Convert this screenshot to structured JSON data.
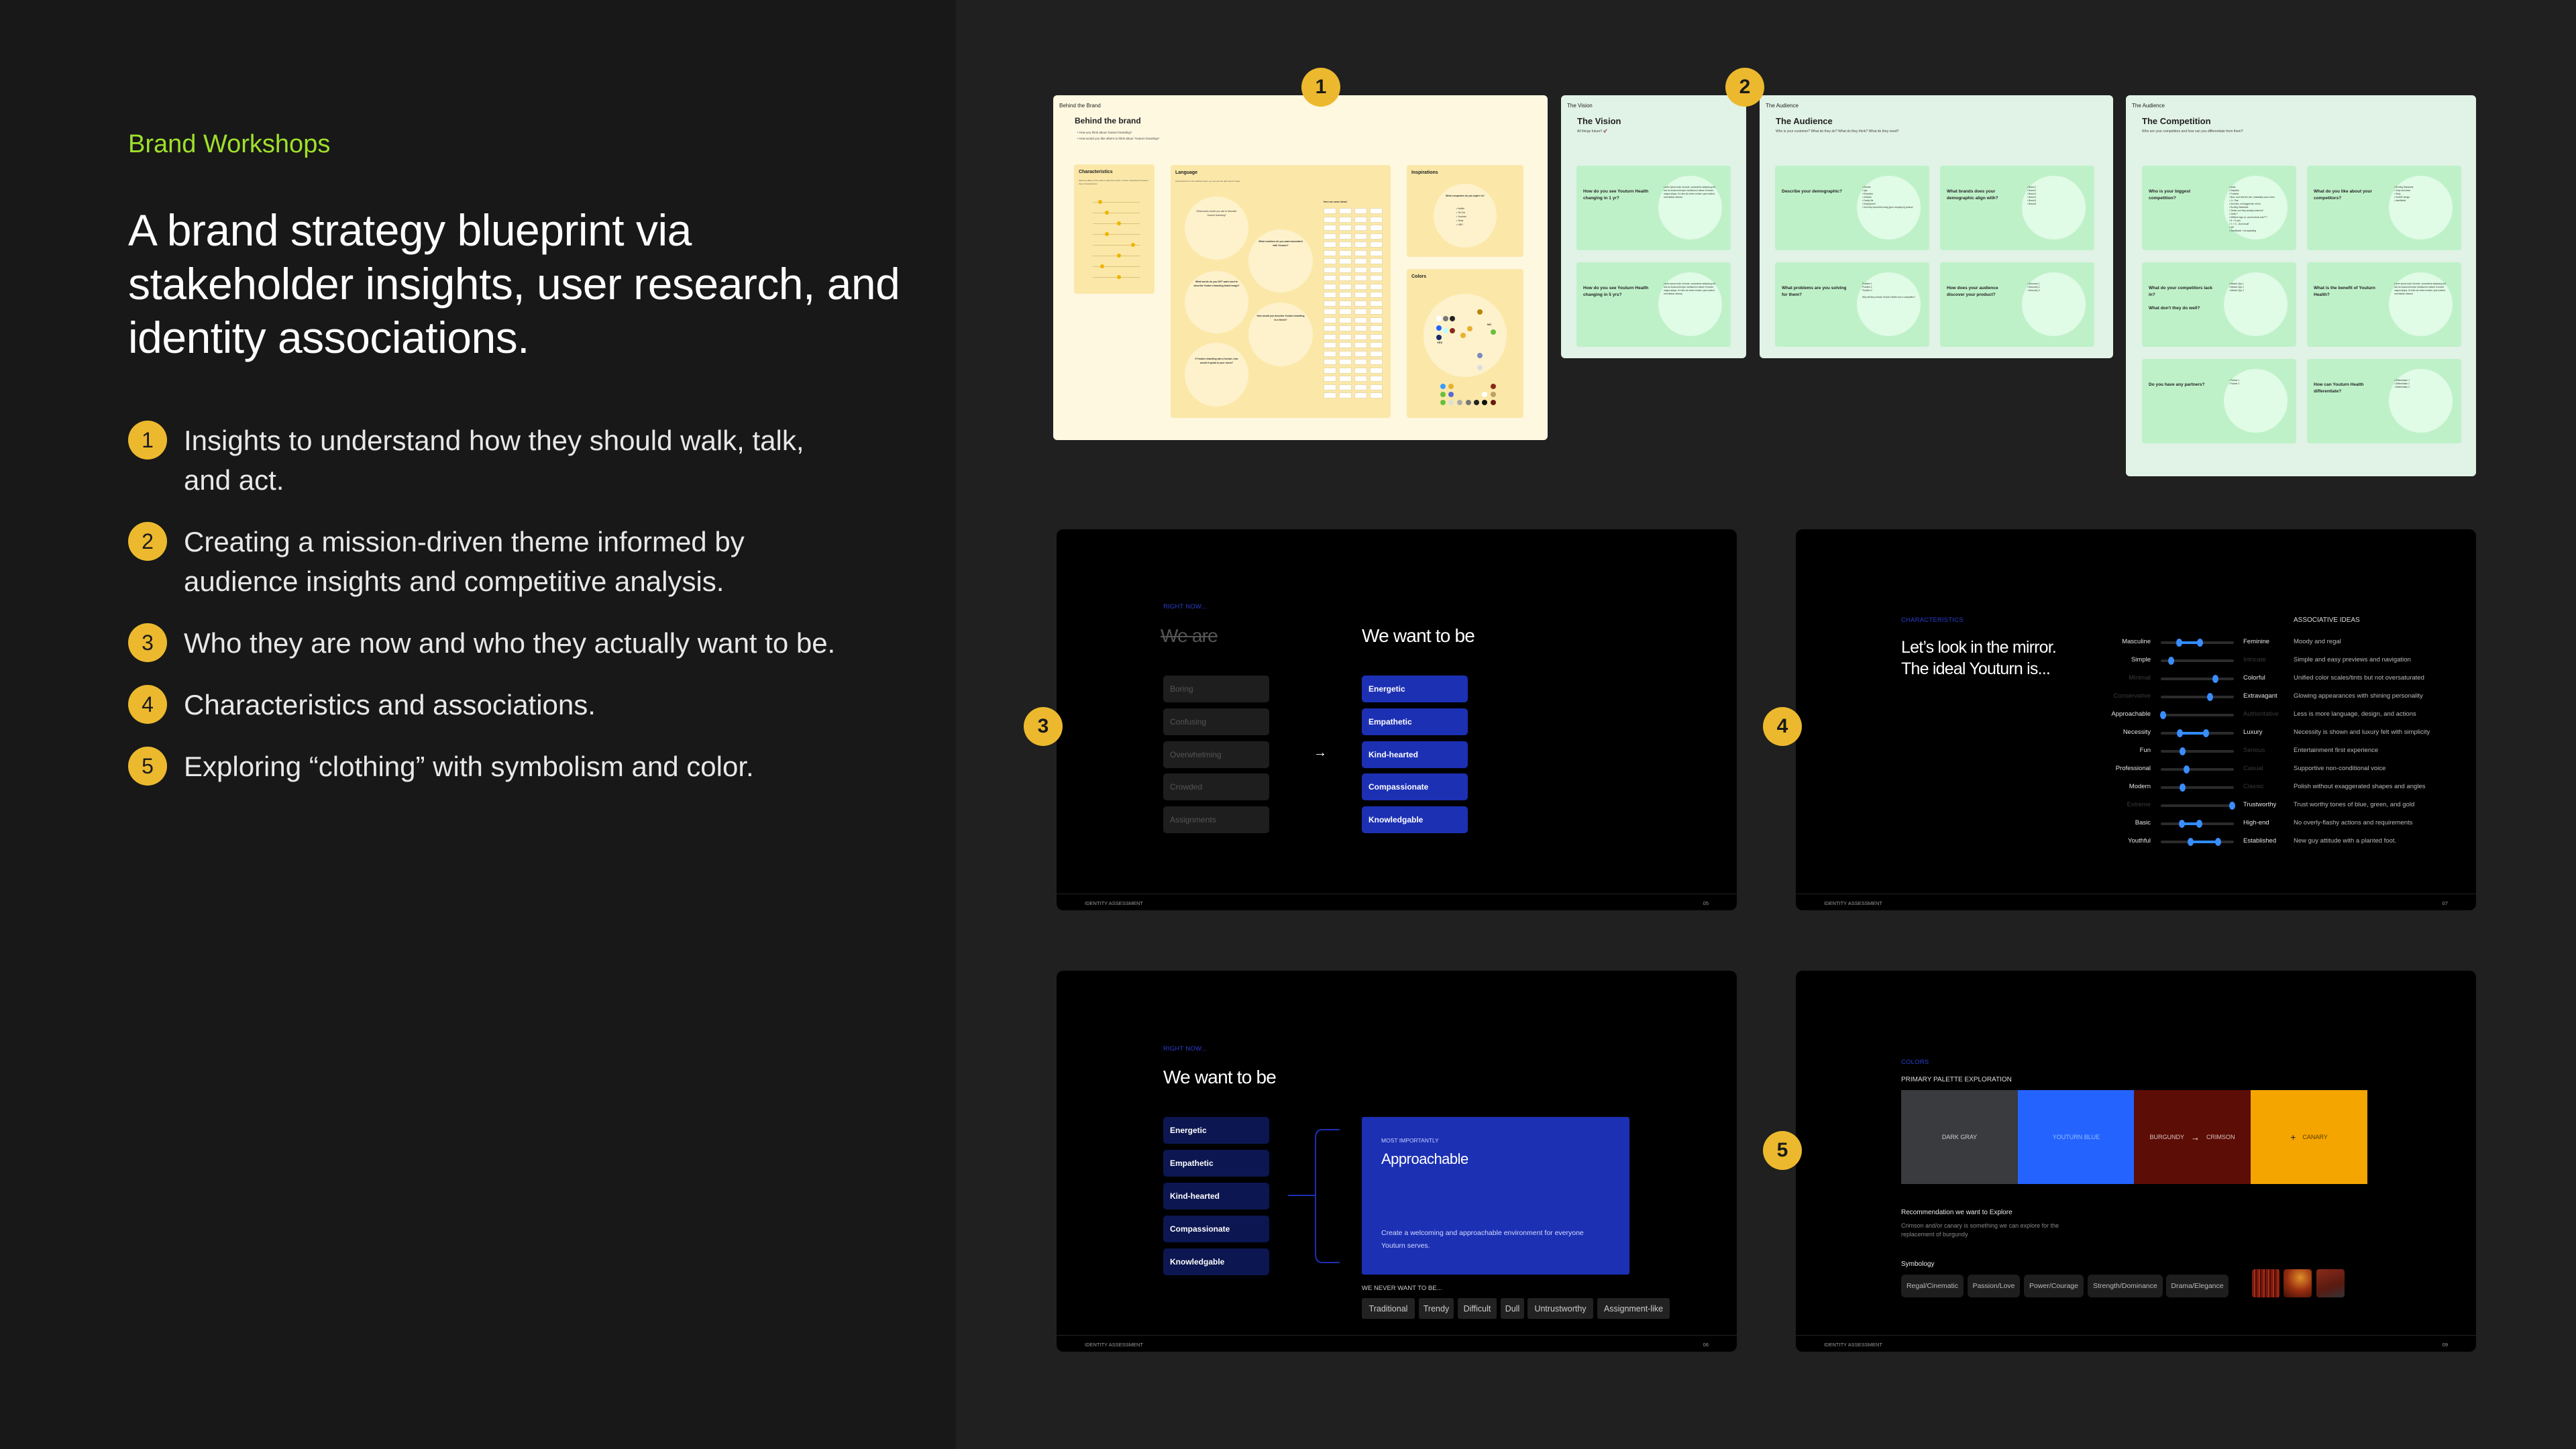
{
  "intro": {
    "eyebrow": "Brand Workshops",
    "headline": "A brand strategy blueprint via stakeholder insights, user research, and identity associations.",
    "items": [
      {
        "num": "1",
        "text": "Insights to understand how they should walk, talk, and act."
      },
      {
        "num": "2",
        "text": "Creating a mission-driven theme informed by audience insights and competitive analysis."
      },
      {
        "num": "3",
        "text": "Who they are now and who they actually want to be."
      },
      {
        "num": "4",
        "text": "Characteristics and associations."
      },
      {
        "num": "5",
        "text": "Exploring “clothing” with symbolism and color."
      }
    ]
  },
  "badges": [
    "1",
    "2",
    "3",
    "4",
    "5"
  ],
  "colors": {
    "accent_lime": "#9fe02a",
    "badge_yellow": "#ecb92e",
    "slide_blue": "#1c30b4",
    "navy": "#0c1650",
    "slider_blue": "#2f8cff"
  },
  "boards": {
    "behind": {
      "label": "Behind the Brand",
      "title": "Behind the brand",
      "bullets": [
        "• How you think about Youturn branding?",
        "• How would you like others to think about 'Youturn branding?"
      ],
      "characteristics": {
        "title": "Characteristics",
        "desc": "Slide the slider on the scale to determine where Youturn branding fits between these characteristics."
      },
      "language": {
        "title": "Language",
        "desc": "Add describers to the bubbles below, you can use the right side for ideas.",
        "ideas_label": "Here are some ideas!",
        "questions": [
          "What words would you use to describe Youturn branding?",
          "What emotions do you want associated with Youturn?",
          "What words do you NOT want used to describe Youturn branding brand image?",
          "How would you describe Youturn branding to a friend?",
          "If Youturn branding was a human, how would it speak to your users?"
        ]
      },
      "inspirations": {
        "title": "Inspirations",
        "question": "What companies do you aspire to?",
        "list": [
          "• Netflix",
          "• Tik Tok",
          "• Youtube",
          "• Tesla",
          "• HBO"
        ]
      },
      "colors_panel": {
        "title": "Colors",
        "yes": "YES",
        "no": "NO"
      }
    },
    "vision": {
      "label": "The Vision",
      "title": "The Vision",
      "subtitle": "All things future!! 🚀",
      "cards": [
        {
          "q": "How do you see Youturn Health changing in 1 yr?",
          "a": "Lorem ipsum dolor sit amet, consectetur adipiscing elit, sed do eiusmod tempor incididunt ut labore et dolore magna aliqua. Ut enim ad minim veniam, quis nostrud exercitation ullamco"
        },
        {
          "q": "How do you see Youturn Health changing in 5 yrs?",
          "a": "Lorem ipsum dolor sit amet, consectetur adipiscing elit, sed do eiusmod tempor incididunt ut labore et dolore magna aliqua. Ut enim ad minim veniam, quis nostrud exercitation ullamco"
        }
      ]
    },
    "audience": {
      "label": "The Audience",
      "title": "The Audience",
      "subtitle": "Who is your customer? What do they do? What do they think? What do they need?",
      "cards": [
        {
          "q": "Describe your demographic?",
          "a": "• Gender\n• Age\n• Education\n• Hobbies\n• Family life\n• Employment\n• How they would feel using [your company's] product"
        },
        {
          "q": "What brands does your demographic align with?",
          "a": "• Brand 1\n• Brand 2\n• Brand 3\n• Brand 4\n• Brand 5\n• Brand 6"
        },
        {
          "q": "What problems are you solving for them?",
          "a": "Problem 1\nProblem 2\nProblem 3\n\nWhy will they choose Youturn Health over a competitor?"
        },
        {
          "q": "How does your audience discover your product?",
          "a": "• Discovery 1\n• Discovery 2\n• Discovery 3"
        }
      ]
    },
    "competition": {
      "label": "The Audience",
      "title": "The Competition",
      "subtitle": "Who are your competitors and how can you differentiate from them?",
      "cards": [
        {
          "q": "Who is your biggest competition?",
          "a": "• Arctic\n   • Slapstick\n• Fontaine\n   • Blue, don't like the font, readability score down\n• J.L. Rae\n   • Dont like, not biggest fan of font\n• Roofing Standards\n   • \"Better one they actually looked at\"\n   • Clean**\n   • Different logo vs. current stock look****\n   • R + S look\n   • \"L + G - Dont recall\"\n• ISP\n   • Handdrawn / not appealing"
        },
        {
          "q": "What do you like about your competitors?",
          "a": "• Roofing Standards\n   • Crisp and clean\n• Tesla\n   • SnAMP design\n   • Identifiable"
        },
        {
          "q": "What do your competitors lack in?\n\nWhat don't they do well?",
          "a": "• Missed Opp 1\n• Missed Opp 2\n• Missed Opp 3"
        },
        {
          "q": "What is the benefit of Youturn Health?",
          "a": "Lorem ipsum dolor sit amet, consectetur adipiscing elit, sed do eiusmod tempor incididunt ut labore et dolore magna aliqua. Ut enim ad minim veniam, quis nostrud exercitation ullamco"
        },
        {
          "q": "Do you have any partners?",
          "a": "• Partner 1\n• Partner 2"
        },
        {
          "q": "How can Youturn Health differentiate?",
          "a": "• Differentiator 1\n• Differentiator 2\n• Differentiator 3"
        }
      ]
    }
  },
  "slides": {
    "now_vs_want": {
      "kicker": "RIGHT NOW...",
      "we_are": "We are",
      "want": "We want to be",
      "arrow": "→",
      "now_items": [
        "Boring",
        "Confusing",
        "Overwhelming",
        "Crowded",
        "Assignments"
      ],
      "want_items": [
        "Energetic",
        "Empathetic",
        "Kind-hearted",
        "Compassionate",
        "Knowledgable"
      ],
      "footer": "IDENTITY ASSESSMENT",
      "page": "05"
    },
    "characteristics": {
      "kicker": "CHARACTERISTICS",
      "headline_1": "Let’s look in the mirror.",
      "headline_2": "The ideal Youturn is...",
      "ideas_label": "ASSOCIATIVE IDEAS",
      "rows": [
        {
          "left": "Masculine",
          "right": "Feminine",
          "active": "both",
          "values": [
            0.25,
            0.54
          ],
          "idea": "Moody and regal"
        },
        {
          "left": "Simple",
          "right": "Intricate",
          "active": "left",
          "values": [
            0.14
          ],
          "idea": "Simple and easy previews and navigation"
        },
        {
          "left": "Minimal",
          "right": "Colorful",
          "active": "right",
          "values": [
            0.75
          ],
          "idea": "Unified color scales/tints but not oversaturated"
        },
        {
          "left": "Conservative",
          "right": "Extravagant",
          "active": "right",
          "values": [
            0.67
          ],
          "idea": "Glowing appearances with shining personality"
        },
        {
          "left": "Approachable",
          "right": "Authoritative",
          "active": "left",
          "values": [
            0.03
          ],
          "idea": "Less is more language, design, and actions"
        },
        {
          "left": "Necessity",
          "right": "Luxury",
          "active": "both",
          "values": [
            0.26,
            0.62
          ],
          "idea": "Necessity is shown and luxury felt with simplicity"
        },
        {
          "left": "Fun",
          "right": "Serious",
          "active": "left",
          "values": [
            0.3
          ],
          "idea": "Entertainment first experience"
        },
        {
          "left": "Professional",
          "right": "Casual",
          "active": "left",
          "values": [
            0.35
          ],
          "idea": "Supportive non-conditional voice"
        },
        {
          "left": "Modern",
          "right": "Classic",
          "active": "left",
          "values": [
            0.3
          ],
          "idea": "Polish without exaggerated shapes and angles"
        },
        {
          "left": "Extreme",
          "right": "Trustworthy",
          "active": "right",
          "values": [
            0.98
          ],
          "idea": "Trust worthy tones of blue, green, and gold"
        },
        {
          "left": "Basic",
          "right": "High-end",
          "active": "both",
          "values": [
            0.29,
            0.53
          ],
          "idea": "No overly-flashy actions and requirements"
        },
        {
          "left": "Youthful",
          "right": "Established",
          "active": "both",
          "values": [
            0.41,
            0.78
          ],
          "idea": "New guy attitude with a planted foot."
        }
      ],
      "footer": "IDENTITY ASSESSMENT",
      "page": "07"
    },
    "approachable": {
      "kicker": "RIGHT NOW...",
      "want": "We want to be",
      "items": [
        "Energetic",
        "Empathetic",
        "Kind-hearted",
        "Compassionate",
        "Knowledgable"
      ],
      "card_kicker": "MOST IMPORTANTLY",
      "card_title": "Approachable",
      "card_desc": "Create a welcoming and approachable environment for everyone Youturn serves.",
      "never_label": "WE NEVER WANT TO BE...",
      "never": [
        "Traditional",
        "Trendy",
        "Difficult",
        "Dull",
        "Untrustworthy",
        "Assignment-like"
      ],
      "footer": "IDENTITY ASSESSMENT",
      "page": "06"
    },
    "colors": {
      "kicker": "COLORS",
      "palette_label": "PRIMARY PALETTE EXPLORATION",
      "swatches": [
        {
          "label": "DARK GRAY",
          "color": "#3a3b3f",
          "text": "#cfcfcf"
        },
        {
          "label": "YOUTURN BLUE",
          "color": "#2563ff",
          "text": "#8fc0ff"
        },
        {
          "label": "BURGUNDY",
          "arrow": "→",
          "label2": "CRIMSON",
          "color": "#5c0d06",
          "text": "#d9c5c0"
        },
        {
          "plus": "+",
          "label": "CANARY",
          "color": "#f5a500",
          "text": "#5a3a00"
        }
      ],
      "rec_title": "Recommendation we want to Explore",
      "rec_body": "Crimson and/or canary is something we can explore for the replacement of burgundy",
      "symbology_label": "Symbology",
      "symbology": [
        "Regal/Cinematic",
        "Passion/Love",
        "Power/Courage",
        "Strength/Dominance",
        "Drama/Elegance"
      ],
      "footer": "IDENTITY ASSESSMENT",
      "page": "09"
    }
  }
}
